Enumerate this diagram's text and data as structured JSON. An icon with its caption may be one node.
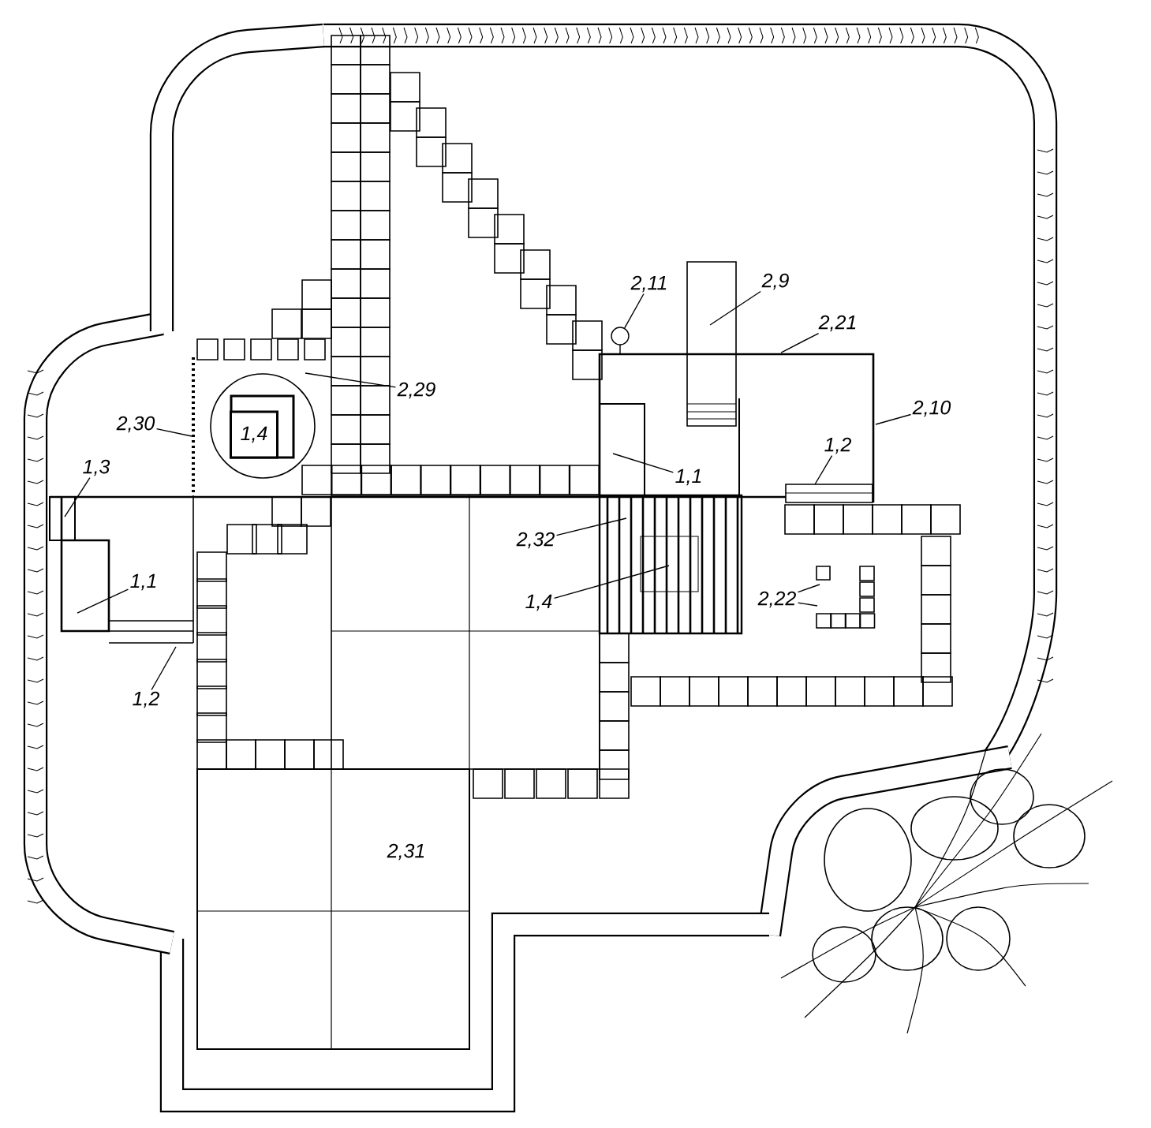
{
  "diagram": {
    "nodes": [
      {
        "text": [
          "2,11"
        ]
      },
      {
        "text": [
          "2,9"
        ]
      },
      {
        "text": [
          "2,21"
        ]
      },
      {
        "text": [
          "2,29"
        ]
      },
      {
        "text": [
          "2,10"
        ]
      },
      {
        "text": [
          "2,30"
        ]
      },
      {
        "text": [
          "1,4"
        ]
      },
      {
        "text": [
          "1,2"
        ]
      },
      {
        "text": [
          "1,3"
        ]
      },
      {
        "text": [
          "1,1"
        ]
      },
      {
        "text": [
          "2,32"
        ]
      },
      {
        "text": [
          "1,1"
        ]
      },
      {
        "text": [
          "2,22"
        ]
      },
      {
        "text": [
          "1,4"
        ]
      },
      {
        "text": [
          "1,2"
        ]
      },
      {
        "text": [],
        "shape": "circle"
      }
    ],
    "edges": [
      {
        "from": 0,
        "to": 15,
        "arrow": "none"
      },
      {
        "from": 1,
        "to": null,
        "arrow": "none"
      },
      {
        "from": 2,
        "to": null,
        "arrow": "none"
      },
      {
        "from": 3,
        "to": null,
        "arrow": "none"
      },
      {
        "from": 4,
        "to": null,
        "arrow": "none"
      },
      {
        "from": 5,
        "to": null,
        "arrow": "none"
      },
      {
        "from": 7,
        "to": null,
        "arrow": "none"
      },
      {
        "from": 8,
        "to": null,
        "arrow": "none"
      },
      {
        "from": 9,
        "to": null,
        "arrow": "none"
      },
      {
        "from": 10,
        "to": null,
        "arrow": "none"
      },
      {
        "from": 11,
        "to": null,
        "arrow": "none"
      },
      {
        "from": 12,
        "to": null,
        "arrow": "none"
      },
      {
        "from": 12,
        "to": null,
        "arrow": "none"
      },
      {
        "from": 13,
        "to": null,
        "arrow": "none"
      },
      {
        "from": 14,
        "to": null,
        "arrow": "none"
      }
    ],
    "labels": [
      "2,31"
    ]
  }
}
